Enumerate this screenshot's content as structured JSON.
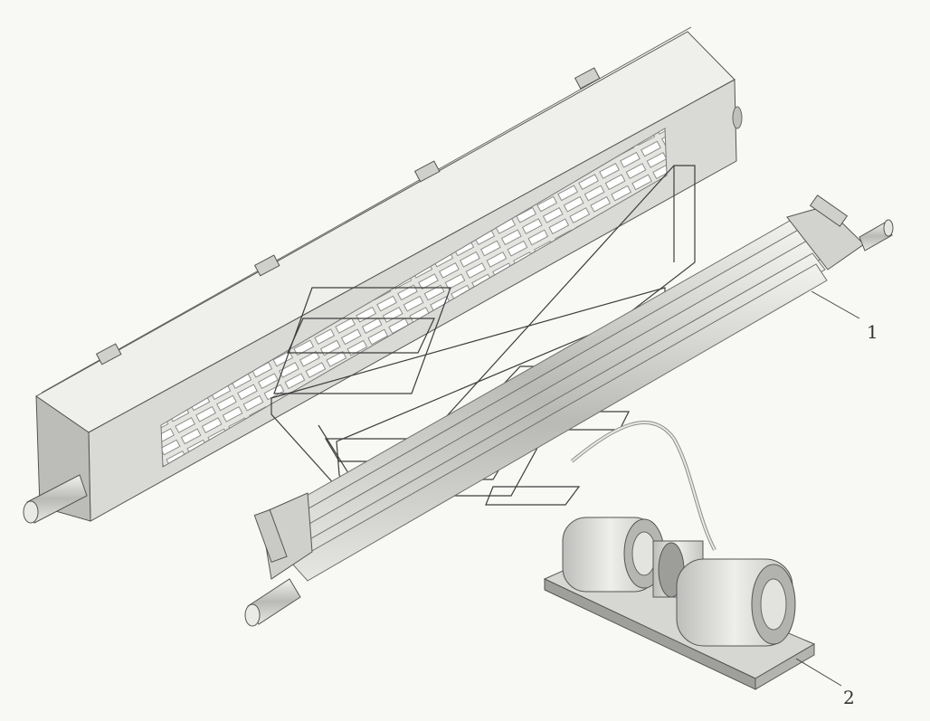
{
  "diagram": {
    "callouts": [
      {
        "id": "1",
        "label": "1"
      },
      {
        "id": "2",
        "label": "2"
      }
    ],
    "components": {
      "housing": "heater-housing",
      "core": "heater-core",
      "blower": "blower-motor"
    },
    "colors": {
      "background": "#f8f8f4",
      "line": "#444444",
      "housing_face": "#d9dad6",
      "housing_top": "#efefec",
      "housing_end": "#bcbdb9",
      "metal": "#c8c9c5",
      "dark": "#8a8b87"
    }
  }
}
